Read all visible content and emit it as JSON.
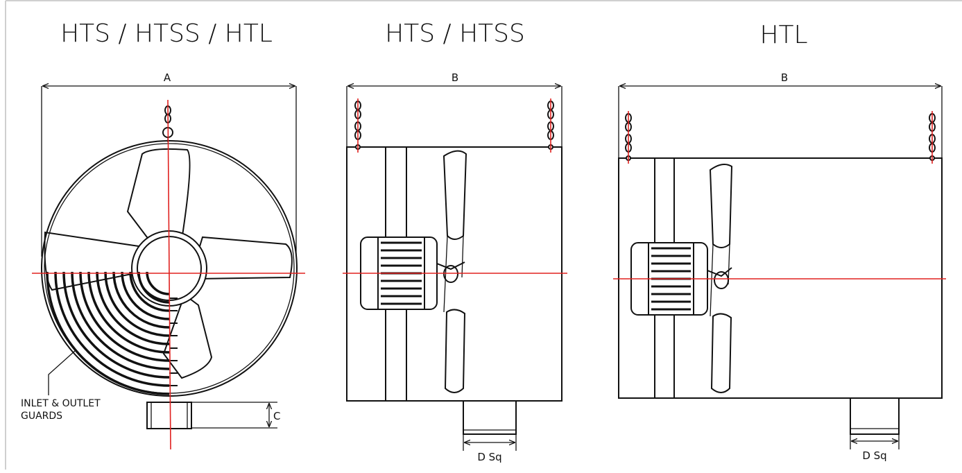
{
  "titles": {
    "front": "HTS / HTSS / HTL",
    "side_short": "HTS / HTSS",
    "side_long": "HTL"
  },
  "dimensions": {
    "front_width": "A",
    "side_short_width": "B",
    "side_long_width": "B",
    "spigot_height": "C",
    "spigot_short": "D Sq",
    "spigot_long": "D Sq"
  },
  "callouts": {
    "guards_line1": "INLET & OUTLET",
    "guards_line2": "GUARDS"
  },
  "colors": {
    "line": "#111111",
    "centerline": "#e0211f",
    "background": "#ffffff"
  }
}
